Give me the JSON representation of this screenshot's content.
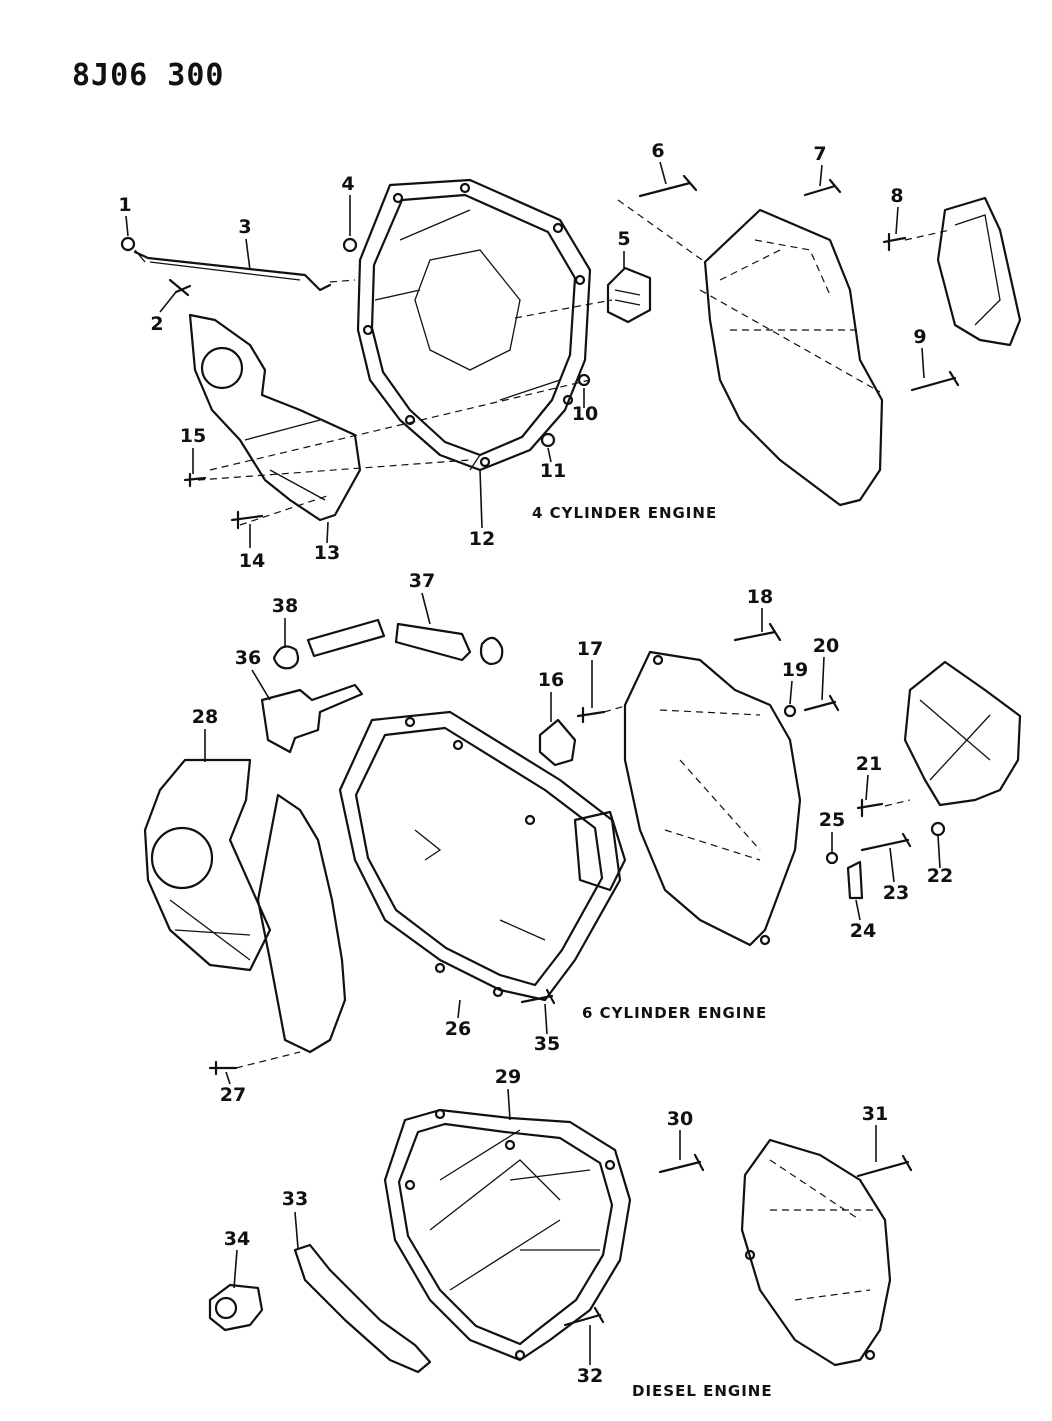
{
  "diagram_code": "8J06 300",
  "sections": {
    "four_cyl": "4 CYLINDER ENGINE",
    "six_cyl": "6 CYLINDER ENGINE",
    "diesel": "DIESEL ENGINE"
  },
  "callouts": [
    "1",
    "2",
    "3",
    "4",
    "5",
    "6",
    "7",
    "8",
    "9",
    "10",
    "11",
    "12",
    "13",
    "14",
    "15",
    "16",
    "17",
    "18",
    "19",
    "20",
    "21",
    "22",
    "23",
    "24",
    "25",
    "26",
    "27",
    "28",
    "29",
    "30",
    "31",
    "32",
    "33",
    "34",
    "35",
    "36",
    "37",
    "38"
  ]
}
